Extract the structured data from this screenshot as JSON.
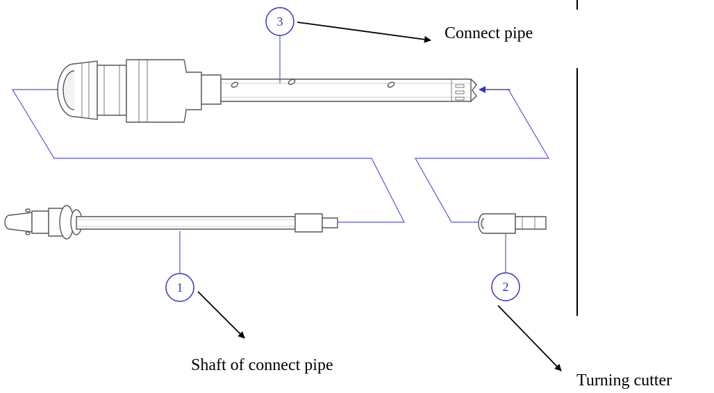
{
  "labels": {
    "connect_pipe": "Connect pipe",
    "shaft_of_connect_pipe": "Shaft of connect pipe",
    "turning_cutter": "Turning cutter"
  },
  "callouts": {
    "shaft": "1",
    "cutter": "2",
    "pipe": "3"
  },
  "colors": {
    "callout": "#3333cc",
    "leader": "#5555dd",
    "part": "#555555",
    "text": "#000000"
  }
}
